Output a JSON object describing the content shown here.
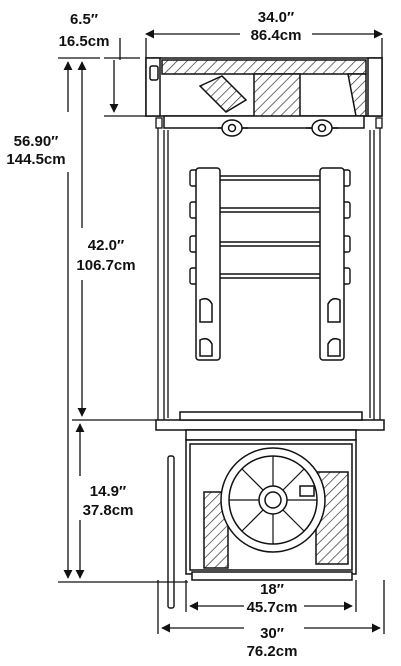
{
  "dimensions": {
    "top_offset": {
      "imperial": "6.5″",
      "metric": "16.5cm"
    },
    "width": {
      "imperial": "34.0″",
      "metric": "86.4cm"
    },
    "total_height": {
      "imperial": "56.90″",
      "metric": "144.5cm"
    },
    "cabinet_height": {
      "imperial": "42.0″",
      "metric": "106.7cm"
    },
    "base_height": {
      "imperial": "14.9″",
      "metric": "37.8cm"
    },
    "base_width": {
      "imperial": "18″",
      "metric": "45.7cm"
    },
    "depth": {
      "imperial": "30″",
      "metric": "76.2cm"
    }
  },
  "colors": {
    "line": "#111111",
    "hatch": "#333333",
    "background": "#ffffff"
  }
}
